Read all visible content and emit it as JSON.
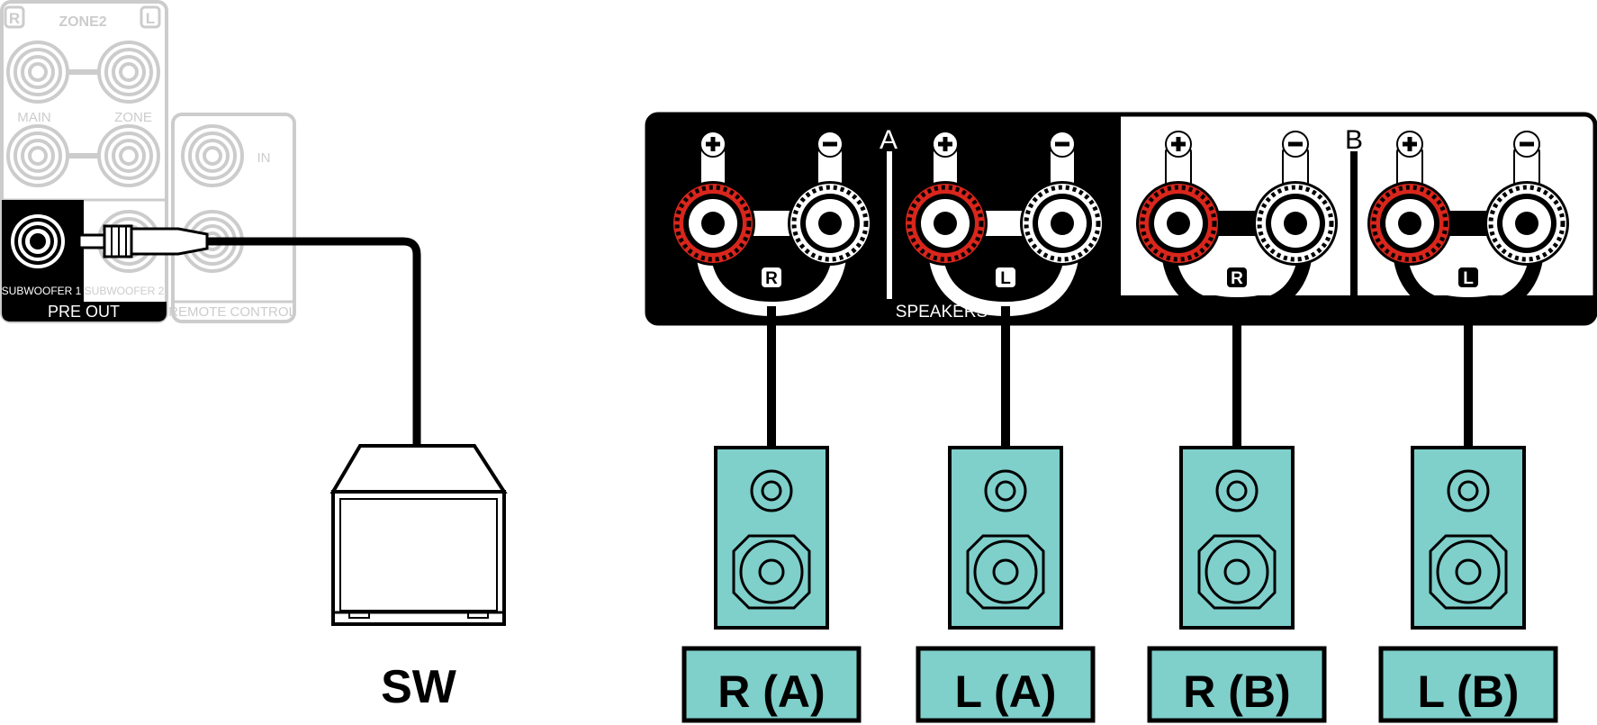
{
  "preout_panel": {
    "zone2_label": "ZONE2",
    "r_badge": "R",
    "l_badge": "L",
    "main_label": "MAIN",
    "zone_label": "ZONE",
    "sub1_label": "SUBWOOFER 1",
    "sub2_label": "SUBWOOFER 2",
    "preout_label": "PRE OUT"
  },
  "remote_panel": {
    "in_label": "IN",
    "remote_label": "REMOTE CONTROL"
  },
  "speaker_panel": {
    "group_a": "A",
    "group_b": "B",
    "plus": "+",
    "minus": "−",
    "speakers_label": "SPEAKERS",
    "pair_badges": [
      "R",
      "L",
      "R",
      "L"
    ]
  },
  "subwoofer": {
    "label": "SW"
  },
  "speakers": [
    {
      "label": "R (A)"
    },
    {
      "label": "L (A)"
    },
    {
      "label": "R (B)"
    },
    {
      "label": "L (B)"
    }
  ],
  "colors": {
    "terminal_red": "#d9261c",
    "speaker_teal": "#7fcfcb",
    "panel_black": "#000000",
    "inactive_gray": "#cccccc"
  }
}
